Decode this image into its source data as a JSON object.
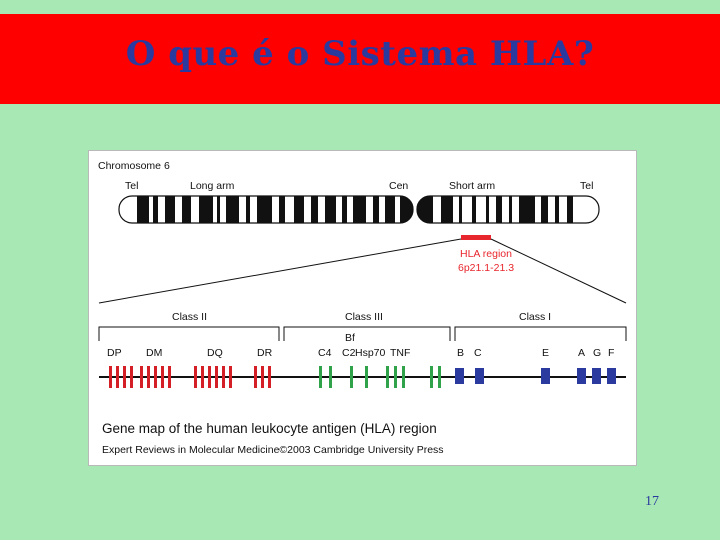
{
  "slide": {
    "title": "O que é o Sistema HLA?",
    "page_number": "17"
  },
  "figure": {
    "chromosome": "Chromosome 6",
    "arm_labels": {
      "tel_left": "Tel",
      "long_arm": "Long arm",
      "cen": "Cen",
      "short_arm": "Short arm",
      "tel_right": "Tel"
    },
    "hla_region": "HLA region",
    "hla_band": "6p21.1-21.3",
    "classes": {
      "class2": "Class II",
      "class3": "Class III",
      "class1": "Class I"
    },
    "genes": {
      "dp": "DP",
      "dm": "DM",
      "dq": "DQ",
      "dr": "DR",
      "bf": "Bf",
      "c4": "C4",
      "c2": "C2",
      "hsp70": "Hsp70",
      "tnf": "TNF",
      "b": "B",
      "c": "C",
      "e": "E",
      "a": "A",
      "g": "G",
      "f": "F"
    },
    "caption": "Gene map of the human leukocyte antigen (HLA) region",
    "credit": "Expert Reviews in Molecular Medicine©2003 Cambridge University Press"
  },
  "colors": {
    "class2": "#d41f26",
    "class3": "#2fa24a",
    "class1": "#2b3a9e",
    "hla_marker": "#e8262d"
  }
}
